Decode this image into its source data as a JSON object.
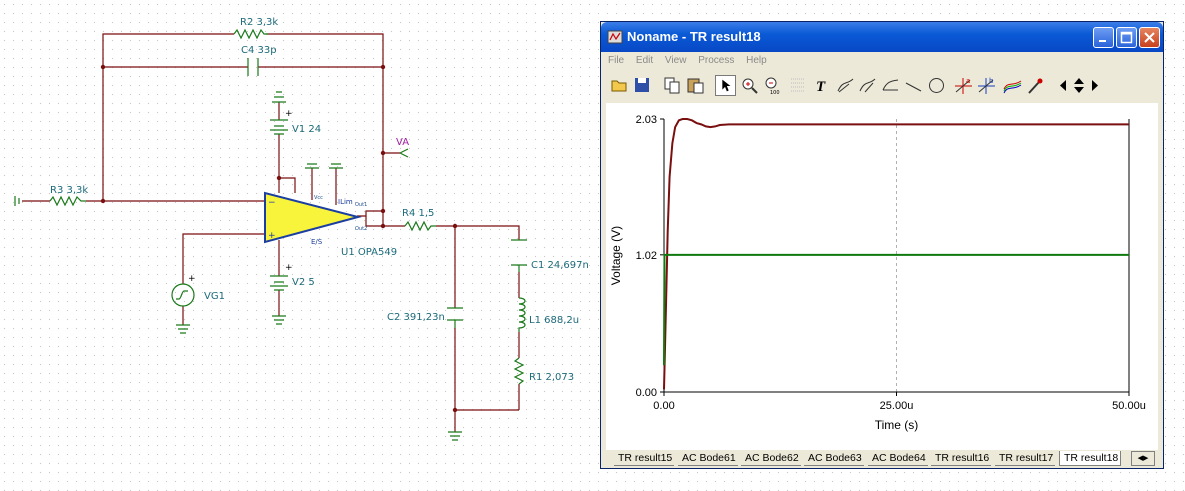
{
  "schematic": {
    "labels": {
      "r2": "R2 3,3k",
      "c4": "C4 33p",
      "v1": "V1 24",
      "va": "VA",
      "r3": "R3 3,3k",
      "r4": "R4 1,5",
      "ilim": "ILim",
      "u1": "U1 OPA549",
      "es": "E/S",
      "v2": "V2 5",
      "vg1": "VG1",
      "c1": "C1 24,697n",
      "c2": "C2 391,23n",
      "l1": "L1 688,2u",
      "r1": "R1 2,073",
      "out1": "Out1",
      "out2": "Out2",
      "vcc": "Vcc"
    }
  },
  "window": {
    "title": "Noname - TR result18",
    "menu": [
      "File",
      "Edit",
      "View",
      "Process",
      "Help"
    ],
    "toolbar_icons": [
      "open-icon",
      "save-icon",
      "copy-icon",
      "paste-icon",
      "pointer-icon",
      "zoom-in-icon",
      "zoom-100-icon",
      "grid-icon",
      "text-icon",
      "arrow-label-icon",
      "curve-label-icon",
      "axis-label-icon",
      "line-icon",
      "circle-icon",
      "cursor-a-icon",
      "cursor-b-icon",
      "spectrum-icon",
      "probe-icon",
      "scroll-left-icon",
      "scroll-updown-icon",
      "scroll-right-icon"
    ],
    "tabs": [
      "TR result15",
      "AC Bode61",
      "AC Bode62",
      "AC Bode63",
      "AC Bode64",
      "TR result16",
      "TR result17",
      "TR result18"
    ],
    "selected_tab": "TR result18"
  },
  "chart_data": {
    "type": "line",
    "xlabel": "Time (s)",
    "ylabel": "Voltage (V)",
    "x_ticks": [
      "0.00",
      "25.00u",
      "50.00u"
    ],
    "y_ticks": [
      "0.00",
      "1.02",
      "2.03"
    ],
    "xlim": [
      0,
      5e-05
    ],
    "ylim": [
      0,
      2.03
    ],
    "grid": "dashed at middle ticks",
    "series": [
      {
        "color": "#7a0f0f",
        "x": [
          0,
          2e-07,
          4e-07,
          6e-07,
          9e-07,
          1.2e-06,
          1.6e-06,
          2e-06,
          2.5e-06,
          3e-06,
          3.5e-06,
          4e-06,
          4.5e-06,
          5e-06,
          5.5e-06,
          6e-06,
          7e-06,
          1e-05,
          2e-05,
          3e-05,
          4e-05,
          5e-05
        ],
        "values": [
          0.02,
          0.6,
          1.2,
          1.6,
          1.85,
          1.97,
          2.02,
          2.03,
          2.03,
          2.02,
          2.0,
          1.99,
          1.975,
          1.97,
          1.975,
          1.985,
          1.99,
          1.99,
          1.99,
          1.99,
          1.99,
          1.99
        ]
      },
      {
        "color": "#0f7a0f",
        "x": [
          0,
          5e-08,
          1e-07,
          2e-07,
          1e-05,
          2e-05,
          3e-05,
          4e-05,
          5e-05
        ],
        "values": [
          0.2,
          1.02,
          1.02,
          1.02,
          1.02,
          1.02,
          1.02,
          1.02,
          1.02
        ]
      }
    ]
  }
}
